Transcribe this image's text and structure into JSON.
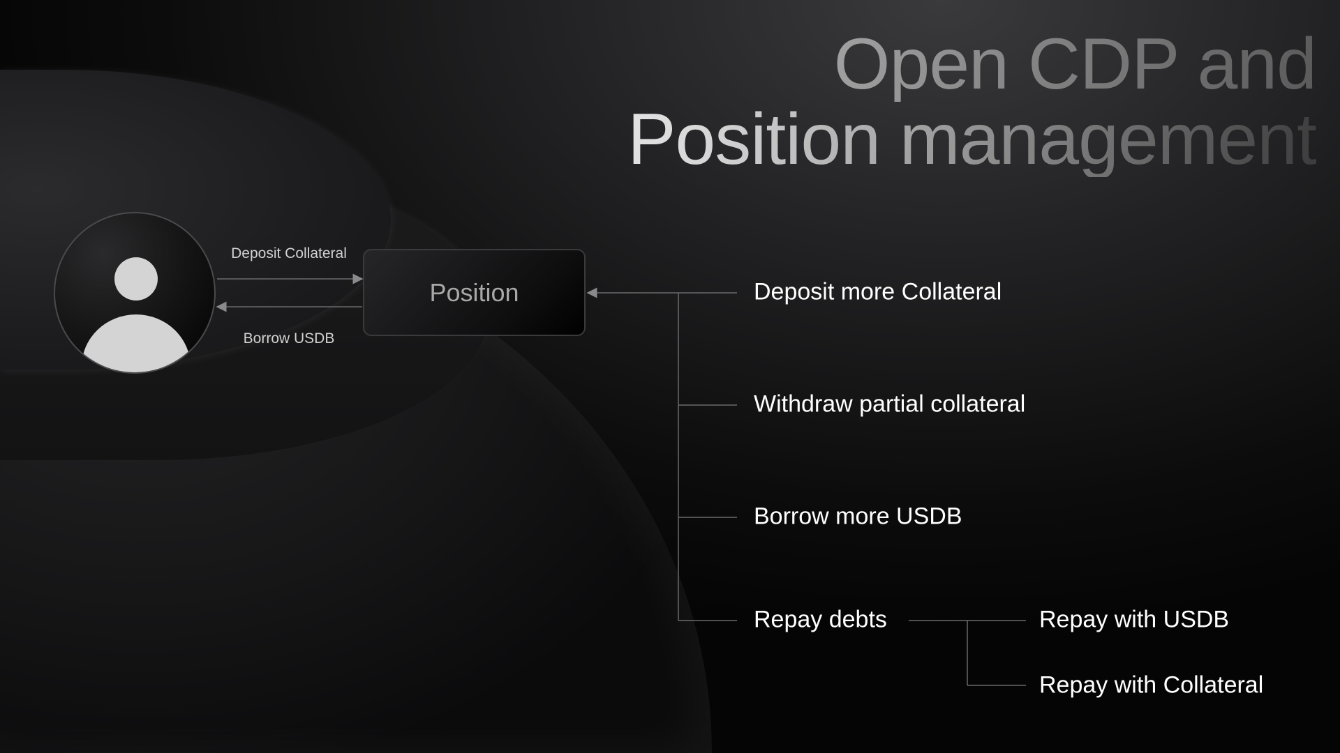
{
  "title": {
    "line1": "Open CDP and",
    "line2": "Position management"
  },
  "user": {
    "icon": "user-avatar-icon"
  },
  "flow": {
    "deposit_label": "Deposit Collateral",
    "borrow_label": "Borrow USDB"
  },
  "position": {
    "label": "Position"
  },
  "actions": [
    {
      "label": "Deposit more Collateral"
    },
    {
      "label": "Withdraw partial collateral"
    },
    {
      "label": "Borrow more USDB"
    },
    {
      "label": "Repay debts"
    }
  ],
  "repay_options": [
    {
      "label": "Repay with USDB"
    },
    {
      "label": "Repay with Collateral"
    }
  ],
  "colors": {
    "connector": "#6a6a6c",
    "text": "#ffffff",
    "avatar": "#d4d4d4"
  }
}
